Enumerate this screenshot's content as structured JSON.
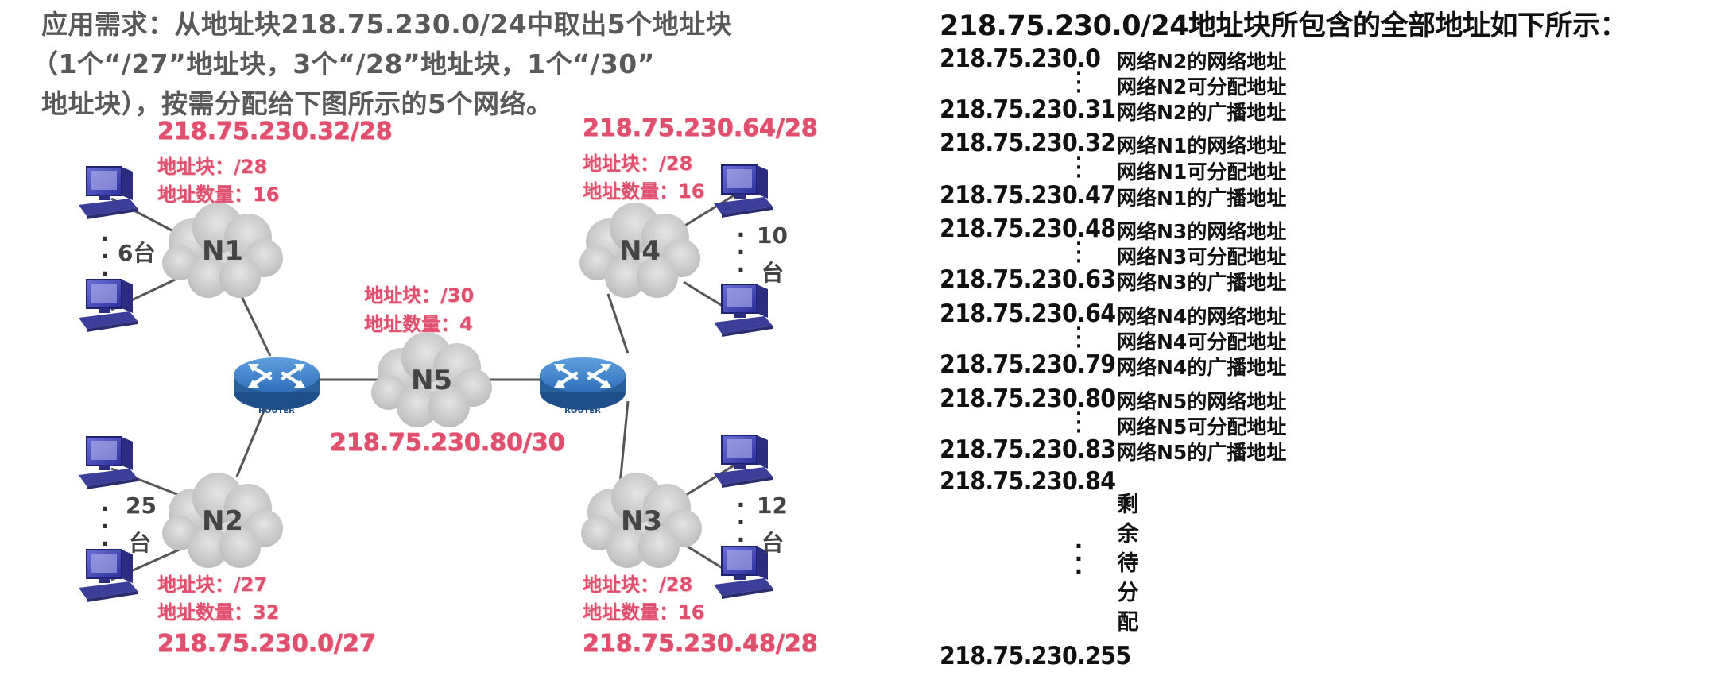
{
  "requirement": {
    "line1": "应用需求：从地址块218.75.230.0/24中取出5个地址块",
    "line2": "（1个“/27”地址块，3个“/28”地址块，1个“/30”",
    "line3": "地址块），按需分配给下图所示的5个网络。"
  },
  "networks": {
    "N1": {
      "name": "N1",
      "subnet": "218.75.230.32/28",
      "block": "地址块：/28",
      "count": "地址数量：16",
      "hosts": "6台"
    },
    "N2": {
      "name": "N2",
      "subnet": "218.75.230.0/27",
      "block": "地址块：/27",
      "count": "地址数量：32",
      "hosts_num": "25",
      "hosts_unit": "台"
    },
    "N3": {
      "name": "N3",
      "subnet": "218.75.230.48/28",
      "block": "地址块：/28",
      "count": "地址数量：16",
      "hosts_num": "12",
      "hosts_unit": "台"
    },
    "N4": {
      "name": "N4",
      "subnet": "218.75.230.64/28",
      "block": "地址块：/28",
      "count": "地址数量：16",
      "hosts_num": "10",
      "hosts_unit": "台"
    },
    "N5": {
      "name": "N5",
      "subnet": "218.75.230.80/30",
      "block": "地址块：/30",
      "count": "地址数量：4"
    }
  },
  "router_label": "ROUTER",
  "address_table": {
    "title": "218.75.230.0/24地址块所包含的全部地址如下所示：",
    "rows": [
      {
        "addr": "218.75.230.0",
        "desc": "网络N2的网络地址"
      },
      {
        "addr": "",
        "desc": "网络N2可分配地址"
      },
      {
        "addr": "218.75.230.31",
        "desc": "网络N2的广播地址"
      },
      {
        "addr": "218.75.230.32",
        "desc": "网络N1的网络地址"
      },
      {
        "addr": "",
        "desc": "网络N1可分配地址"
      },
      {
        "addr": "218.75.230.47",
        "desc": "网络N1的广播地址"
      },
      {
        "addr": "218.75.230.48",
        "desc": "网络N3的网络地址"
      },
      {
        "addr": "",
        "desc": "网络N3可分配地址"
      },
      {
        "addr": "218.75.230.63",
        "desc": "网络N3的广播地址"
      },
      {
        "addr": "218.75.230.64",
        "desc": "网络N4的网络地址"
      },
      {
        "addr": "",
        "desc": "网络N4可分配地址"
      },
      {
        "addr": "218.75.230.79",
        "desc": "网络N4的广播地址"
      },
      {
        "addr": "218.75.230.80",
        "desc": "网络N5的网络地址"
      },
      {
        "addr": "",
        "desc": "网络N5可分配地址"
      },
      {
        "addr": "218.75.230.83",
        "desc": "网络N5的广播地址"
      }
    ],
    "next_addr": "218.75.230.84",
    "remaining": "剩余待分配",
    "last_addr": "218.75.230.255"
  }
}
